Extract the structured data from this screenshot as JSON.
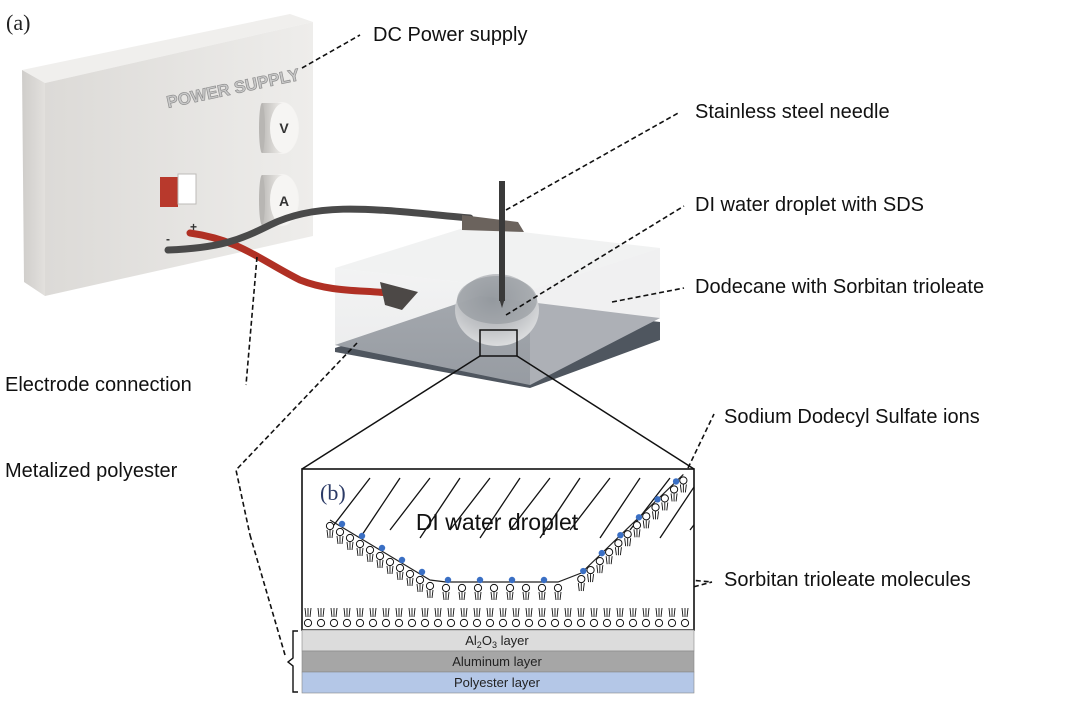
{
  "figure": {
    "panel_a_tag": "(a)",
    "panel_b_tag": "(b)",
    "apparatus_text": "POWER SUPPLY",
    "knob_labels": [
      "V",
      "A"
    ],
    "terminal_labels": [
      "-",
      "+"
    ],
    "labels": {
      "dc_power_supply": "DC Power supply",
      "stainless_steel_needle": "Stainless steel needle",
      "di_water_droplet_sds": "DI water droplet with SDS",
      "dodecane": "Dodecane with Sorbitan trioleate",
      "electrode_connection": "Electrode connection",
      "metalized_polyester": "Metalized polyester",
      "sds_ions": "Sodium Dodecyl Sulfate ions",
      "sorbitan_molecules": "Sorbitan trioleate molecules"
    },
    "inset": {
      "droplet_label": "DI water droplet",
      "layers": [
        {
          "name": "Al2O3 layer",
          "prefix": "Al",
          "sub1": "2",
          "mid": "O",
          "sub2": "3",
          "suffix": " layer",
          "color": "#dcdcdc"
        },
        {
          "name": "Aluminum layer",
          "text": "Aluminum layer",
          "color": "#a6a6a6"
        },
        {
          "name": "Polyester layer",
          "text": "Polyester layer",
          "color": "#b4c7e7"
        }
      ],
      "ion_color": "#3a6fc4"
    },
    "colors": {
      "red_wire": "#b03024",
      "black_wire": "#444444",
      "power_supply_body": "#e8e6e3",
      "substrate": "#5f6670",
      "dodecane_box": "#d8dadc"
    }
  }
}
